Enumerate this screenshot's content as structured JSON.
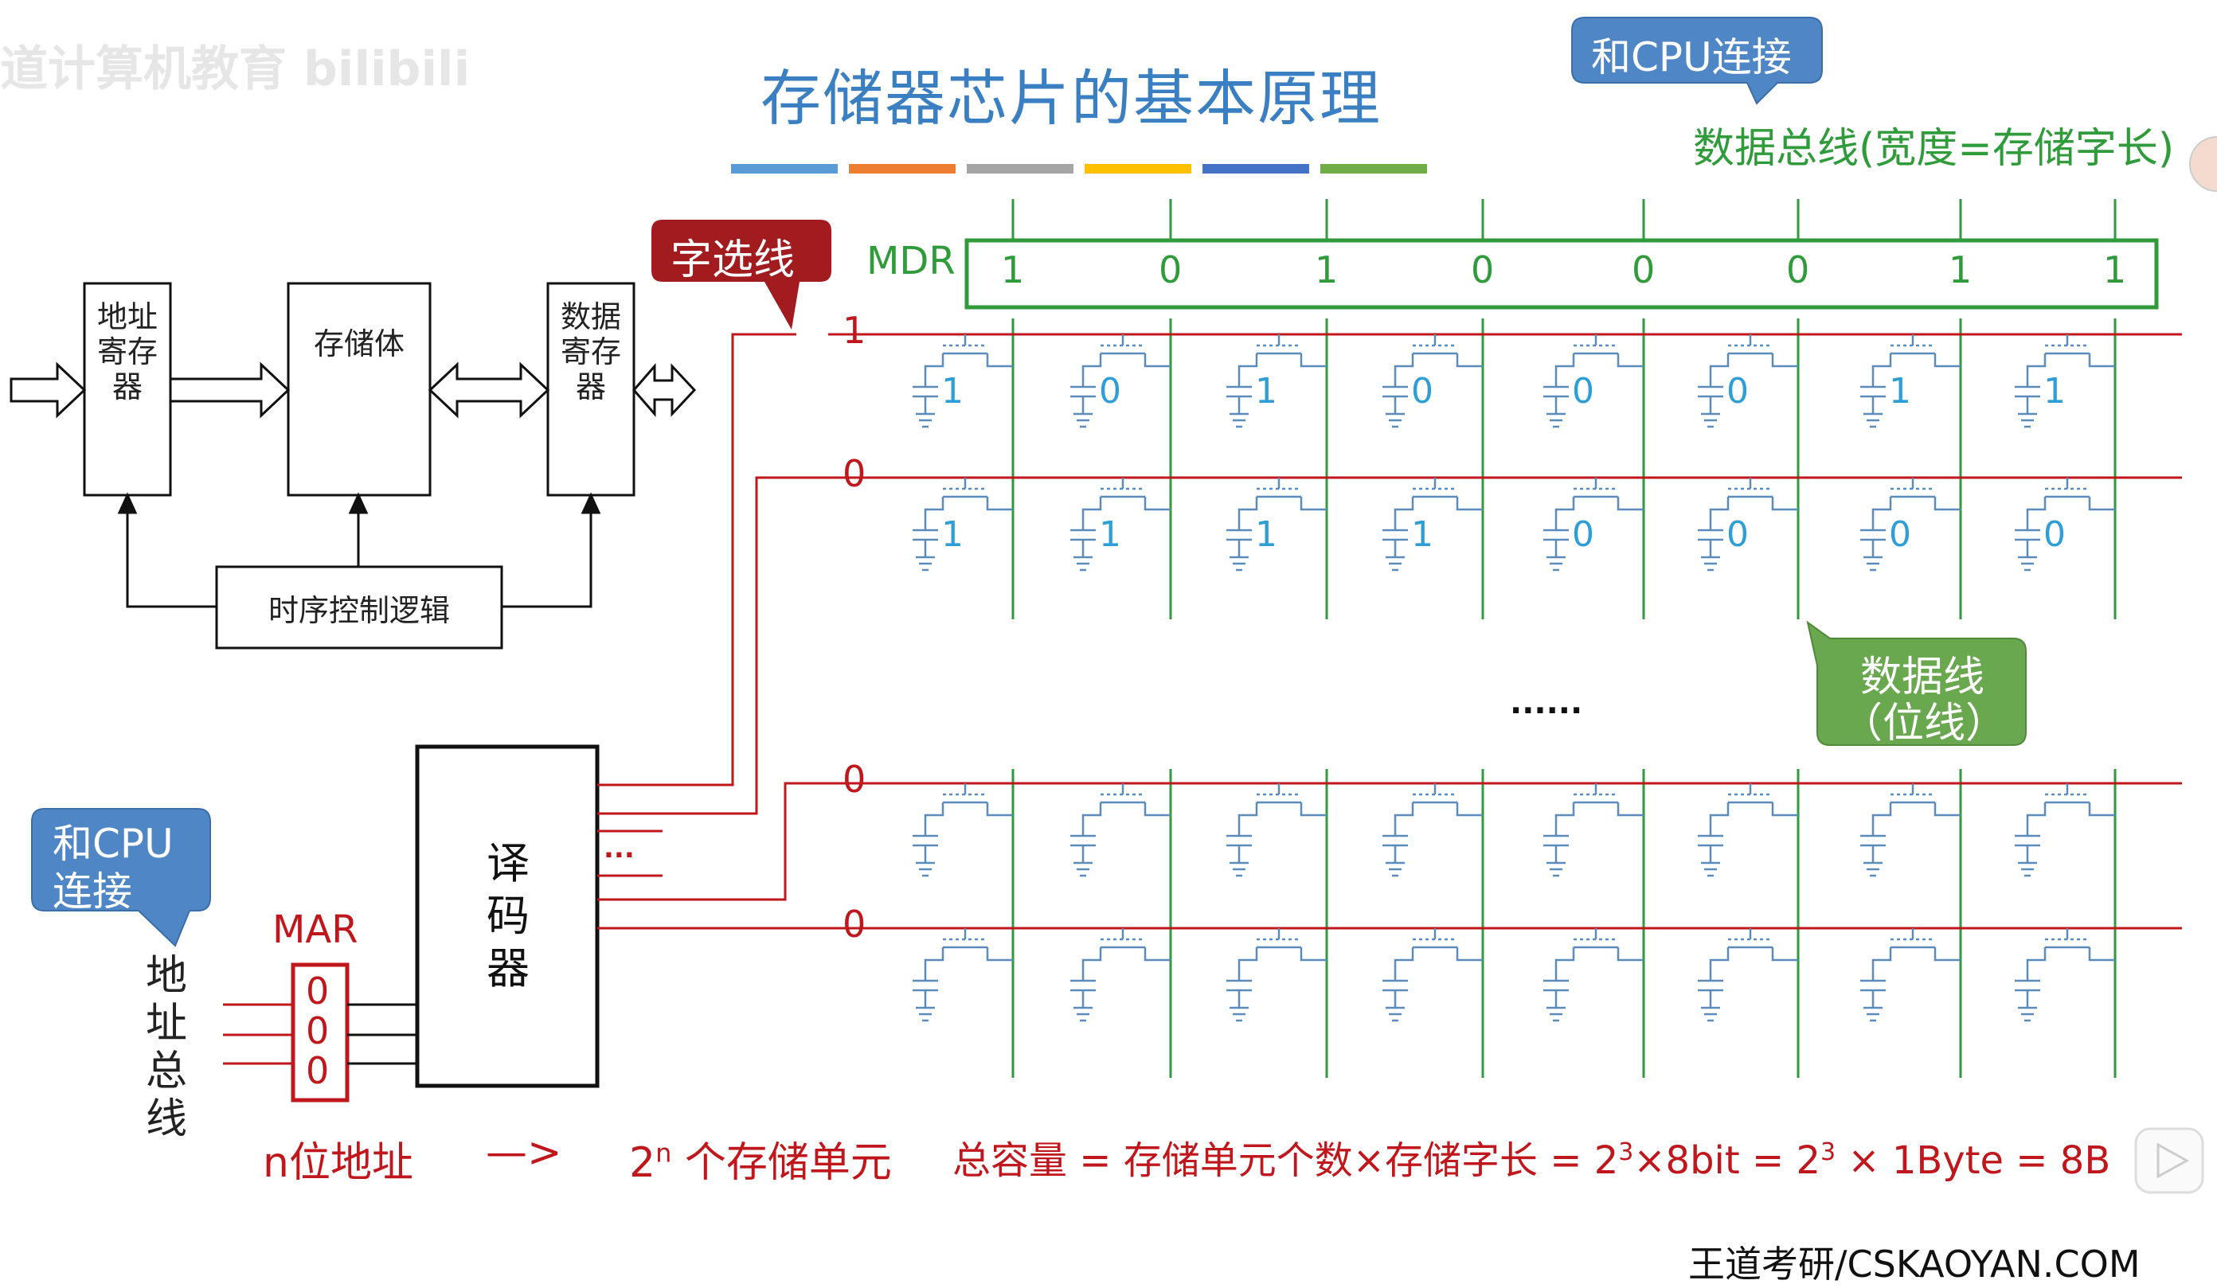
{
  "slide": {
    "title": "存储器芯片的基本原理",
    "watermark": "道计算机教育 bilibili",
    "footer_watermark": "王道考研/CSKAOYAN.COM",
    "title_underline_colors": [
      "#5b9bd5",
      "#ed7d31",
      "#a5a5a5",
      "#ffc000",
      "#4472c4",
      "#70ad47"
    ]
  },
  "block_diagram": {
    "address_register": "地址寄存器",
    "storage_body": "存储体",
    "data_register": "数据寄存器",
    "timing_control": "时序控制逻辑"
  },
  "callouts": {
    "cpu_top": "和CPU连接",
    "data_bus": "数据总线(宽度=存储字长)",
    "word_select": "字选线",
    "data_line_1": "数据线",
    "data_line_2": "（位线）",
    "cpu_left_1": "和CPU",
    "cpu_left_2": "连接"
  },
  "mdr": {
    "label": "MDR",
    "bits": [
      "1",
      "0",
      "1",
      "0",
      "0",
      "0",
      "1",
      "1"
    ]
  },
  "word_lines": [
    "1",
    "0",
    "0",
    "0"
  ],
  "cells": {
    "row1": [
      "1",
      "0",
      "1",
      "0",
      "0",
      "0",
      "1",
      "1"
    ],
    "row2": [
      "1",
      "1",
      "1",
      "1",
      "0",
      "0",
      "0",
      "0"
    ]
  },
  "ellipsis_middle": "......",
  "ellipsis_decoder": "...",
  "decoder": {
    "label": "译码器"
  },
  "mar": {
    "label": "MAR",
    "bits": [
      "0",
      "0",
      "0"
    ]
  },
  "address_bus": "地址总线",
  "formula": {
    "n_bits": "n位地址",
    "arrow": "—>",
    "two": "2",
    "sup_n": "n",
    "units": " 个存储单元",
    "capacity_text": "总容量 = 存储单元个数×存储字长 = 2",
    "exp1": "3",
    "mid": "×8bit = 2",
    "exp2": "3",
    "end": " × 1Byte = 8B"
  },
  "colors": {
    "title": "#3a7fc2",
    "red": "#c0171c",
    "green": "#2f9b3a",
    "cell_blue": "#2d9fd6",
    "circuit": "#5b8bb8",
    "bubble_blue": "#4f86c6",
    "bubble_red": "#a11b1f",
    "bubble_green": "#6aa84f"
  }
}
